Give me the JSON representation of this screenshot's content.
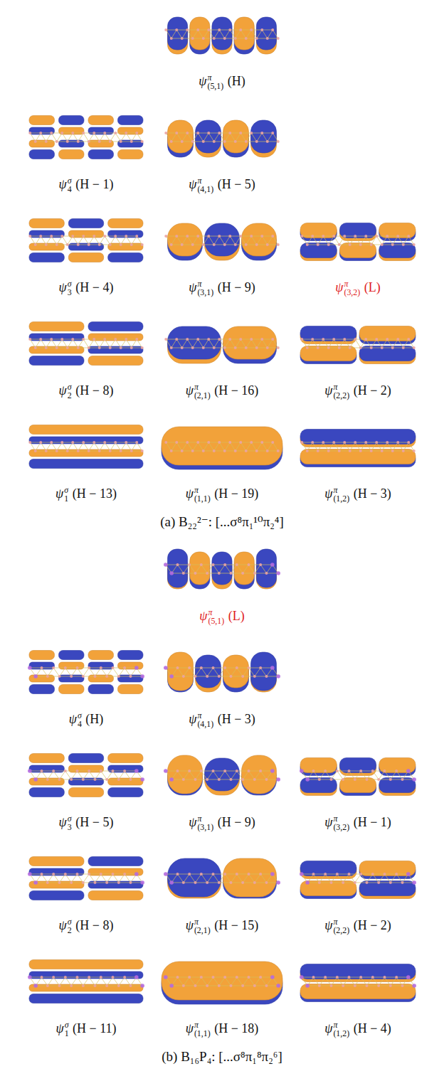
{
  "diagram": {
    "labels": [
      "ψπ(5,1) (H)",
      "ψσ4 (H − 1)",
      "ψπ(4,1) (H − 5)",
      "ψσ3 (H − 4)",
      "ψπ(3,1) (H − 9)",
      "ψπ(3,2) (L)",
      "ψσ2 (H − 8)",
      "ψπ(2,1) (H − 16)",
      "ψπ(2,2) (H − 2)",
      "ψσ1 (H − 13)",
      "ψπ(1,1) (H − 19)",
      "ψπ(1,2) (H − 3)",
      "(a) B₂₂²⁻: [...σ⁸π₁¹⁰π₂⁴]",
      "ψπ(5,1) (L)",
      "ψσ4 (H)",
      "ψπ(4,1) (H − 3)",
      "ψσ3 (H − 5)",
      "ψπ(3,1) (H − 9)",
      "ψπ(3,2) (H − 1)",
      "ψσ2 (H − 8)",
      "ψπ(2,1) (H − 15)",
      "ψπ(2,2) (H − 2)",
      "ψσ1 (H − 11)",
      "ψπ(1,1) (H − 18)",
      "ψπ(1,2) (H − 4)",
      "(b) B₁₆P₄: [...σ⁸π₁⁸π₂⁶]"
    ]
  }
}
